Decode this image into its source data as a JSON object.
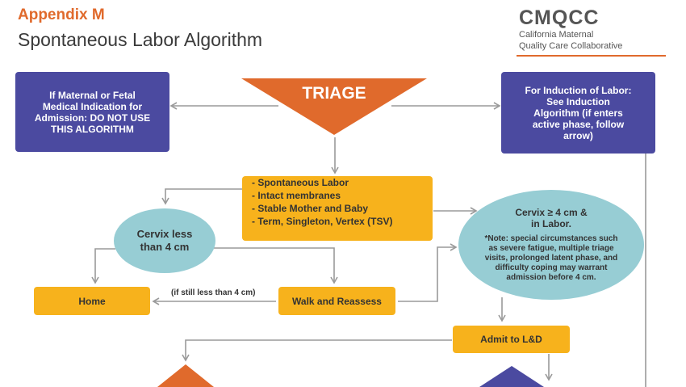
{
  "header": {
    "appendix": "Appendix M",
    "title": "Spontaneous Labor Algorithm"
  },
  "logo": {
    "name": "CMQCC",
    "sub1": "California Maternal",
    "sub2": "Quality Care Collaborative"
  },
  "nodes": {
    "triage": "TRIAGE",
    "maternal_fetal": [
      "If Maternal or Fetal",
      "Medical Indication for",
      "Admission: DO NOT USE",
      "THIS ALGORITHM"
    ],
    "induction": [
      "For Induction of Labor:",
      "See Induction",
      "Algorithm (if enters",
      "active phase, follow",
      "arrow)"
    ],
    "criteria": [
      "- Spontaneous Labor",
      "- Intact membranes",
      "- Stable Mother and Baby",
      "- Term, Singleton, Vertex (TSV)"
    ],
    "cervix_less": [
      "Cervix less",
      "than 4 cm"
    ],
    "cervix_ge": [
      "Cervix ≥ 4 cm &",
      "in Labor."
    ],
    "note": [
      "*Note: special circumstances such",
      "as severe fatigue, multiple triage",
      "visits, prolonged latent phase, and",
      "difficulty coping may warrant",
      "admission before 4 cm."
    ],
    "home": "Home",
    "walk": "Walk and Reassess",
    "admit": "Admit to L&D"
  },
  "edge_labels": {
    "still_less": "(if still less than 4 cm)"
  },
  "colors": {
    "orange": "#e06a2c",
    "purple": "#4b4aa0",
    "yellow": "#f7b21c",
    "teal": "#97cdd4",
    "arrow": "#9a9a9a"
  }
}
